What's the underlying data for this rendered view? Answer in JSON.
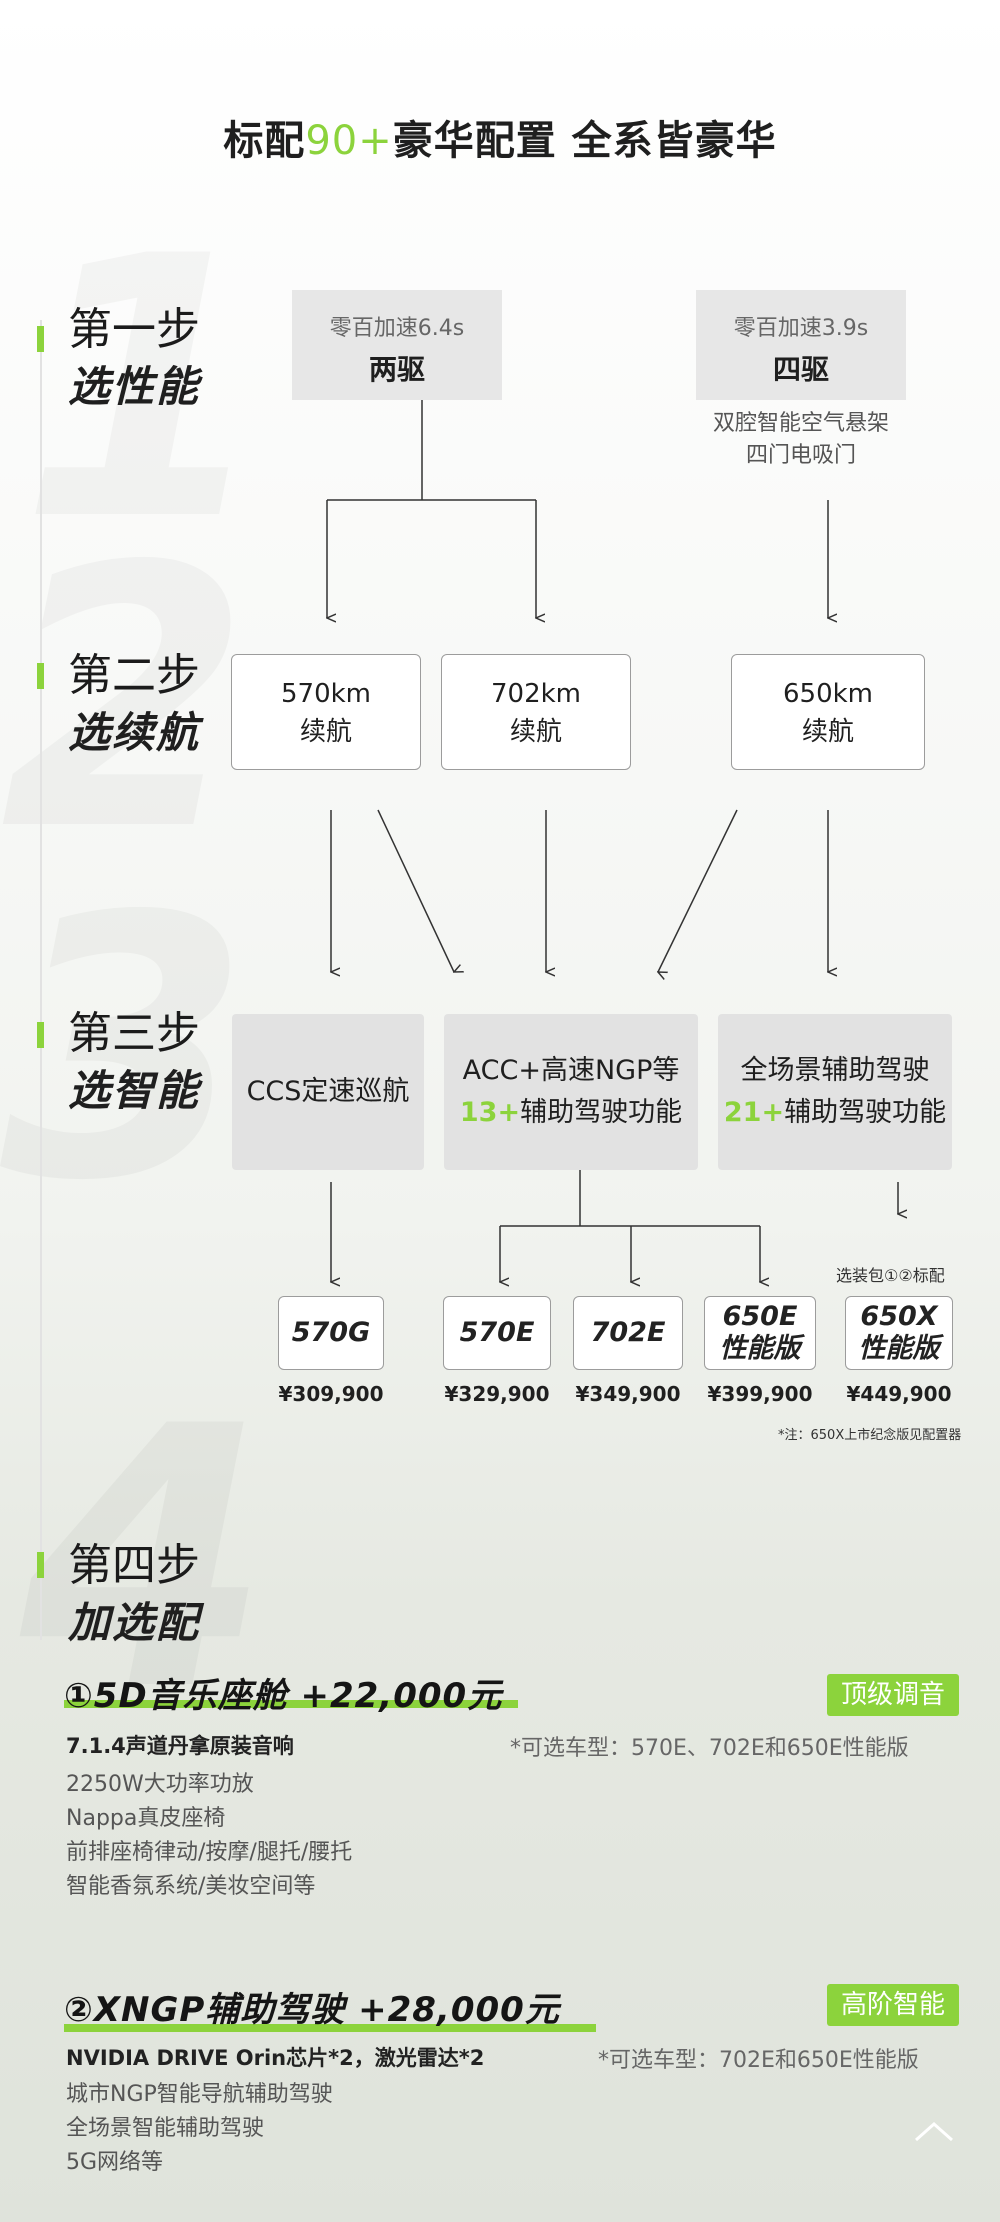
{
  "header": {
    "title_a": "标配",
    "title_num": "90+",
    "title_b": "豪华配置 全系皆豪华"
  },
  "steps": [
    {
      "a": "第一步",
      "b": "选性能"
    },
    {
      "a": "第二步",
      "b": "选续航"
    },
    {
      "a": "第三步",
      "b": "选智能"
    },
    {
      "a": "第四步",
      "b": "加选配"
    }
  ],
  "drive": [
    {
      "sub": "零百加速6.4s",
      "main": "两驱"
    },
    {
      "sub": "零百加速3.9s",
      "main": "四驱"
    }
  ],
  "drive_features": [
    "双腔智能空气悬架",
    "四门电吸门"
  ],
  "range": [
    {
      "km": "570km",
      "label": "续航"
    },
    {
      "km": "702km",
      "label": "续航"
    },
    {
      "km": "650km",
      "label": "续航"
    }
  ],
  "smart": [
    {
      "line1": "CCS定速巡航",
      "green": "",
      "line2": ""
    },
    {
      "line1": "ACC+高速NGP等",
      "green": "13+",
      "line2": "辅助驾驶功能"
    },
    {
      "line1": "全场景辅助驾驶",
      "green": "21+",
      "line2": "辅助驾驶功能"
    }
  ],
  "option_note": "选装包①②标配",
  "models": [
    {
      "line1": "570G",
      "line2": "",
      "price": "¥309,900"
    },
    {
      "line1": "570E",
      "line2": "",
      "price": "¥329,900"
    },
    {
      "line1": "702E",
      "line2": "",
      "price": "¥349,900"
    },
    {
      "line1": "650E",
      "line2": "性能版",
      "price": "¥399,900"
    },
    {
      "line1": "650X",
      "line2": "性能版",
      "price": "¥449,900"
    }
  ],
  "footnote": "*注：650X上市纪念版见配置器",
  "packages": [
    {
      "title": "①5D音乐座舱 +22,000元",
      "badge": "顶级调音",
      "available": "*可选车型：570E、702E和650E性能版",
      "highlight": "7.1.4声道丹拿原装音响",
      "items": [
        "2250W大功率功放",
        "Nappa真皮座椅",
        "前排座椅律动/按摩/腿托/腰托",
        "智能香氛系统/美妆空间等"
      ]
    },
    {
      "title": "②XNGP辅助驾驶 +28,000元",
      "badge": "高阶智能",
      "available": "*可选车型：702E和650E性能版",
      "highlight": "NVIDIA DRIVE Orin芯片*2，激光雷达*2",
      "items": [
        "城市NGP智能导航辅助驾驶",
        "全场景智能辅助驾驶",
        "5G网络等"
      ]
    }
  ],
  "colors": {
    "accent": "#8cd33c",
    "box_gray": "#e7e7e7",
    "border": "#9c9c9c"
  },
  "icons": {
    "scroll_top": "chevron-up-icon"
  }
}
